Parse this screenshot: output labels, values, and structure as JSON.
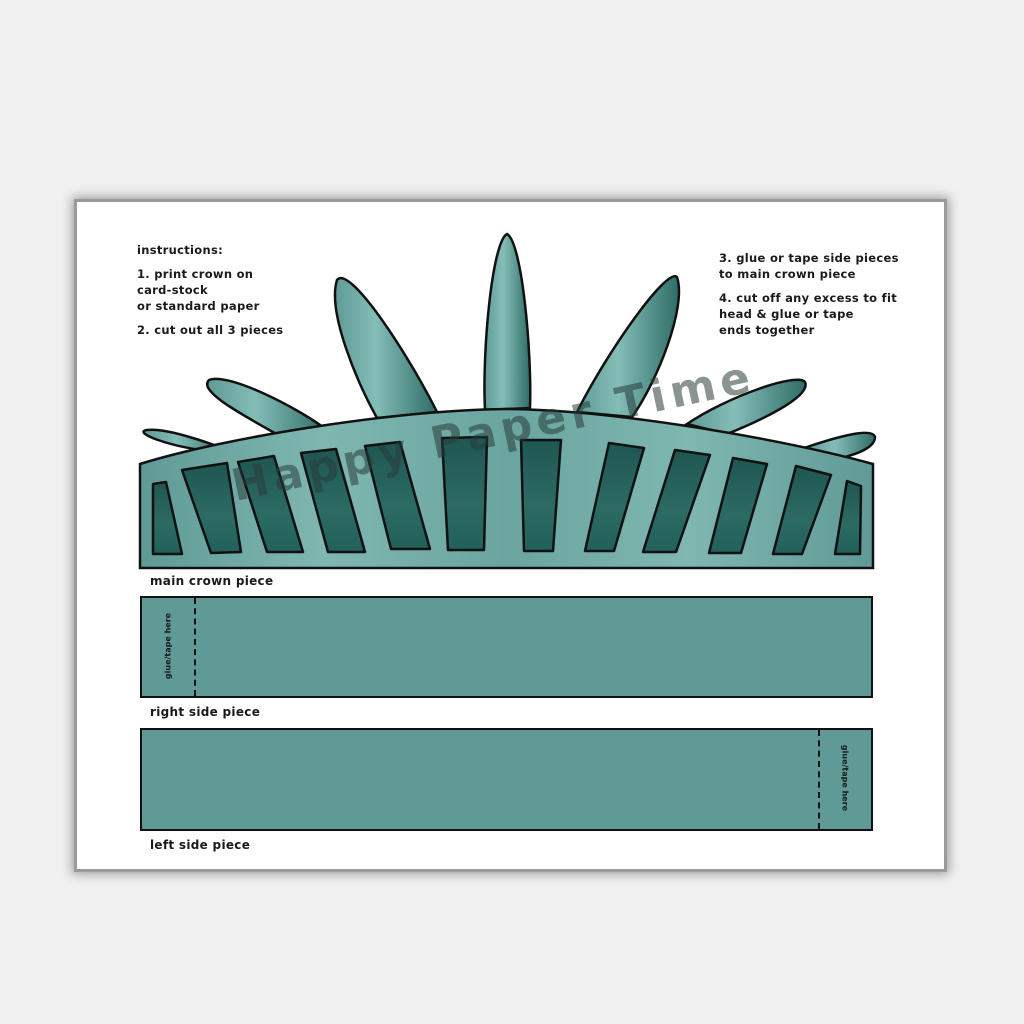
{
  "instructions": {
    "heading": "instructions:",
    "step1_line1": "1. print crown on",
    "step1_line2": "card-stock",
    "step1_line3": "or standard paper",
    "step2": "2. cut out all 3 pieces",
    "step3_line1": "3. glue or tape side pieces",
    "step3_line2": "to main crown piece",
    "step4_line1": "4. cut off any excess to fit",
    "step4_line2": "head & glue or tape",
    "step4_line3": "ends together"
  },
  "pieces": {
    "main_label": "main crown piece",
    "right_label": "right side piece",
    "left_label": "left side piece",
    "glue_text": "glue/tape here"
  },
  "watermark": "Happy Paper Time",
  "colors": {
    "teal": "#5f9a96",
    "teal_light": "#82bcb6",
    "teal_dark": "#235e58",
    "outline": "#111111",
    "background": "#f0f0f0",
    "paper": "#ffffff"
  }
}
